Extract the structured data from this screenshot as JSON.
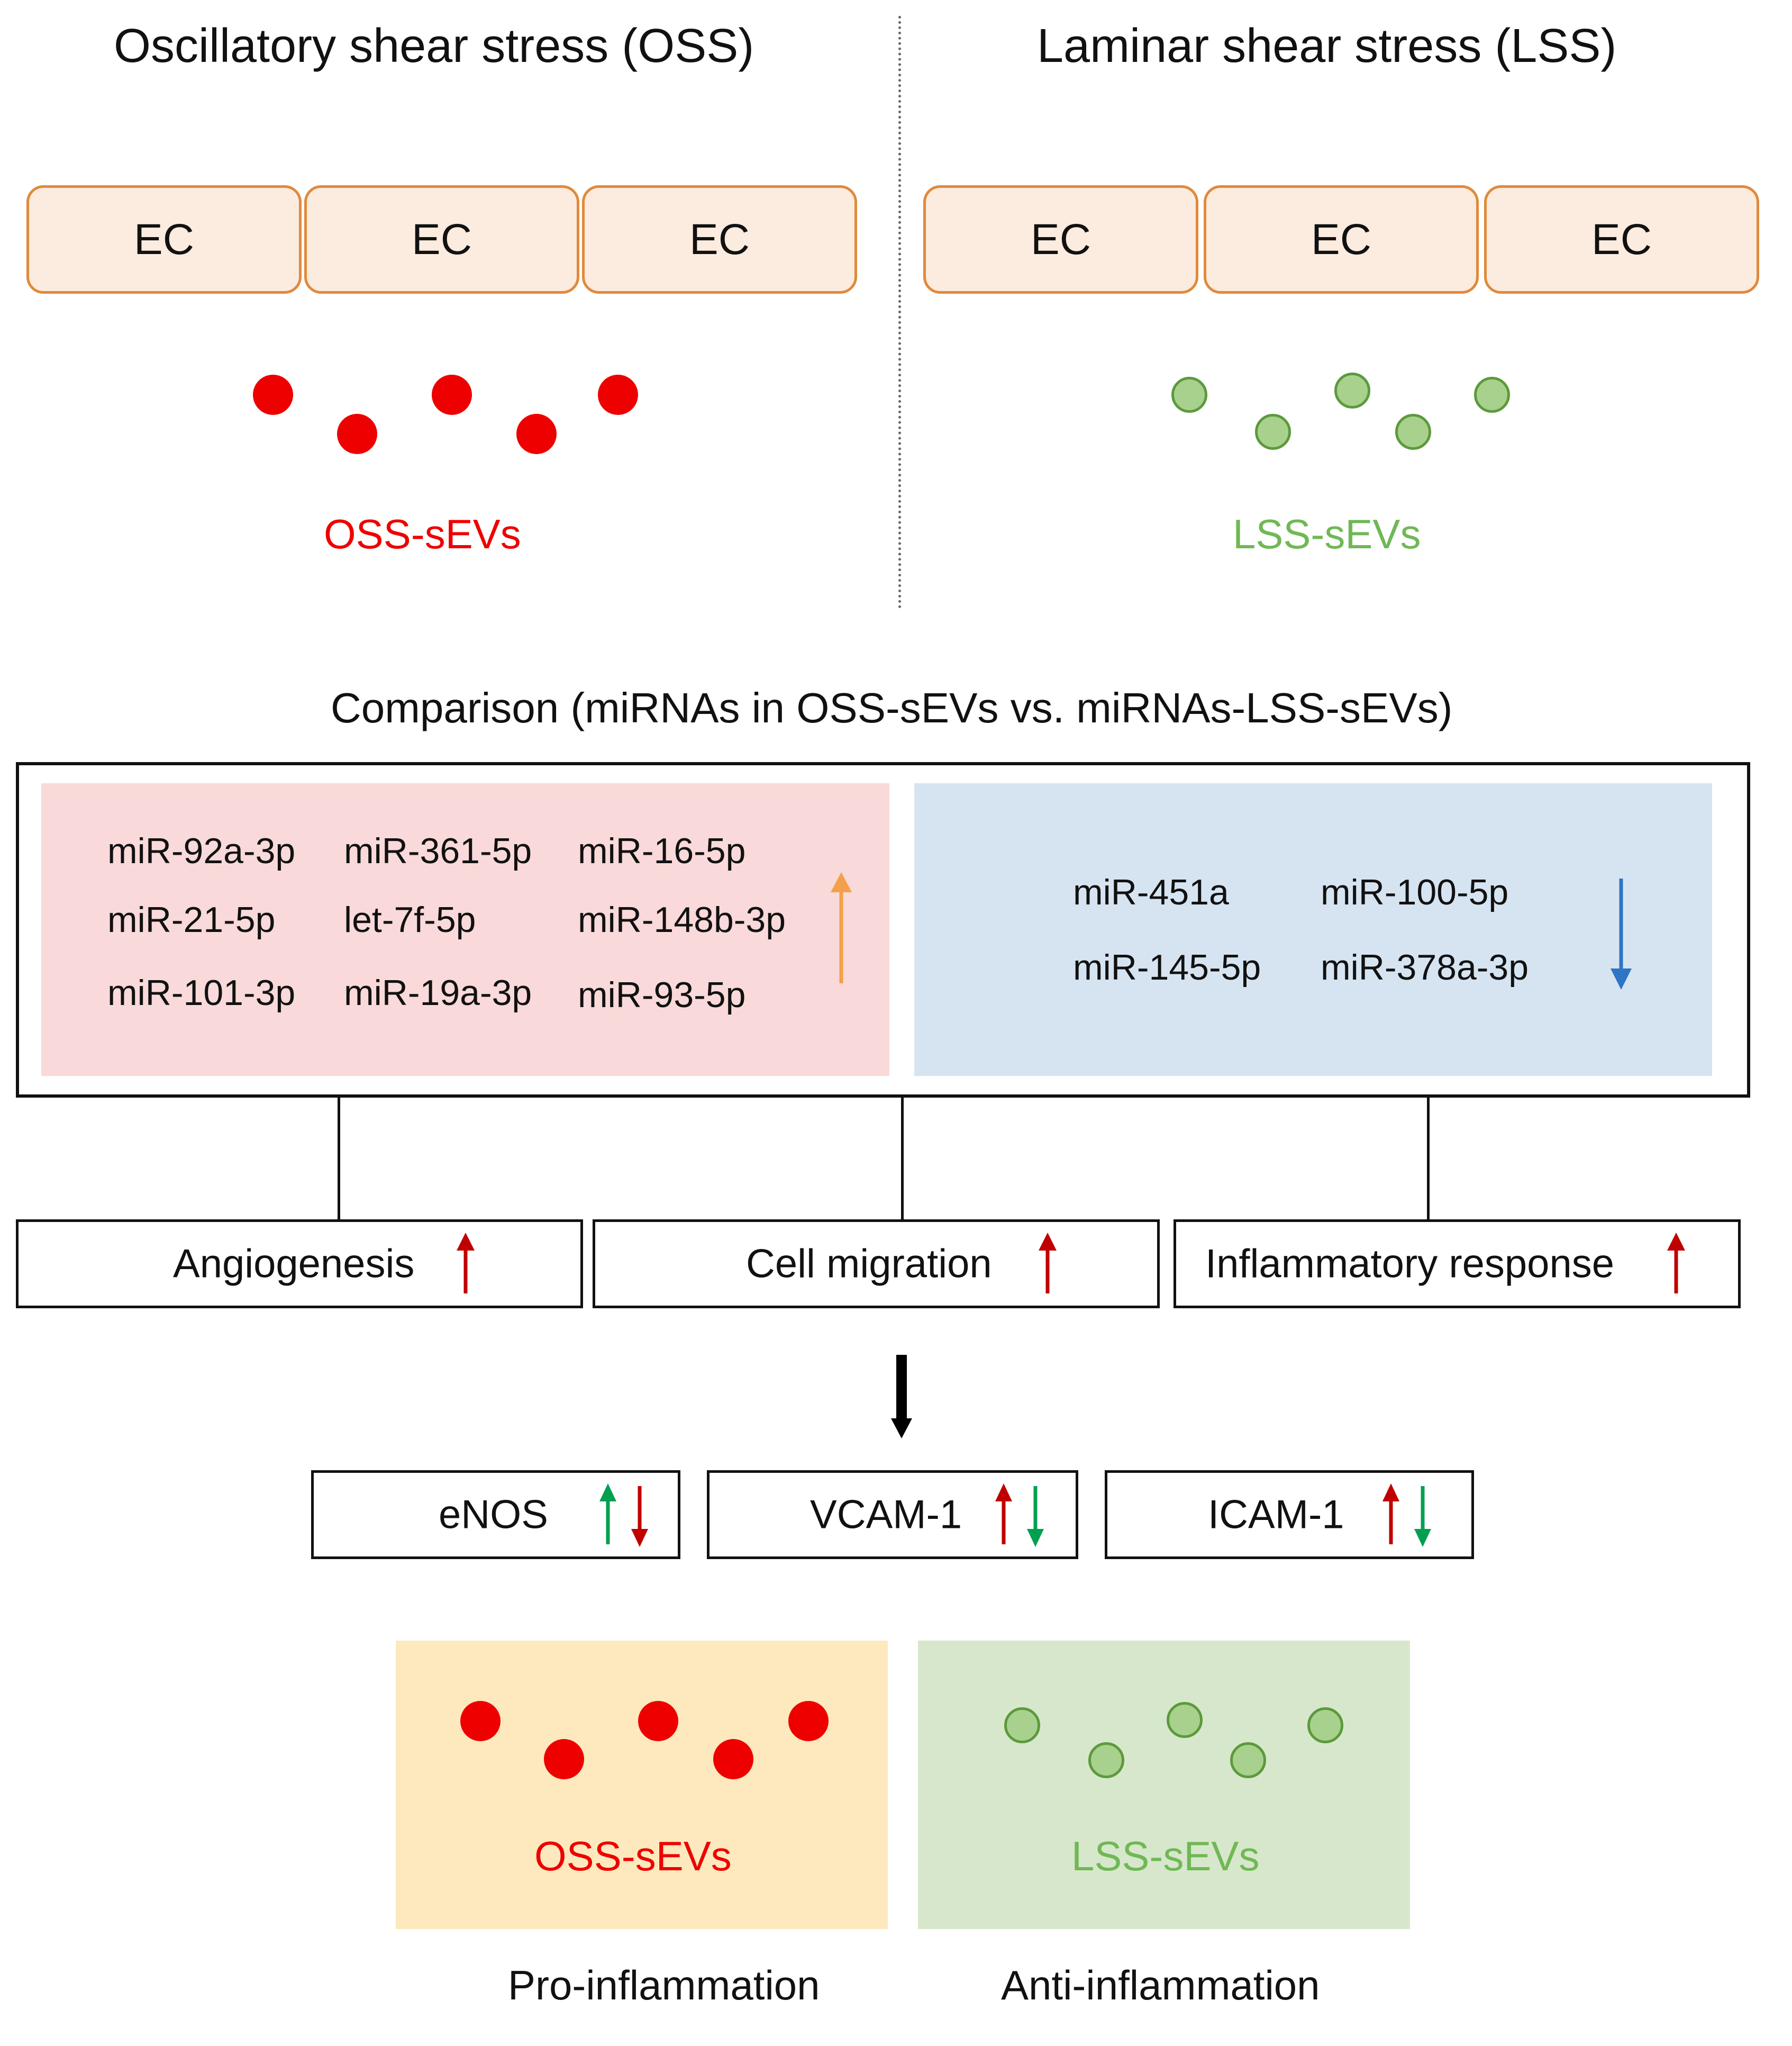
{
  "top": {
    "oss_title": "Oscillatory shear stress (OSS)",
    "lss_title": "Laminar shear stress (LSS)",
    "cell_label": "EC",
    "oss_sev_label": "OSS-sEVs",
    "lss_sev_label": "LSS-sEVs"
  },
  "comparison": {
    "title": "Comparison  (miRNAs  in  OSS-sEVs  vs.  miRNAs-LSS-sEVs)",
    "up_mirnas": [
      "miR-92a-3p",
      "miR-361-5p",
      "miR-16-5p",
      "miR-21-5p",
      "let-7f-5p",
      "miR-148b-3p",
      "miR-101-3p",
      "miR-19a-3p",
      "miR-93-5p"
    ],
    "down_mirnas": [
      "miR-451a",
      "miR-100-5p",
      "miR-145-5p",
      "miR-378a-3p"
    ],
    "up_color": "#f9d9d9",
    "down_color": "#d6e4f2"
  },
  "effects": [
    "Angiogenesis",
    "Cell  migration",
    "Inflammatory  response"
  ],
  "markers": [
    "eNOS",
    "VCAM-1",
    "ICAM-1"
  ],
  "bottom": {
    "oss_sev_label": "OSS-sEVs",
    "lss_sev_label": "LSS-sEVs",
    "pro_label": "Pro-inflammation",
    "anti_label": "Anti-inflammation",
    "oss_bg": "#fde9bd",
    "lss_bg": "#d7e7cc"
  },
  "colors": {
    "red": "#ee0000",
    "dark_red": "#c00000",
    "green_text": "#70b855",
    "green_arrow": "#00a050",
    "orange_arrow": "#f4a04a",
    "blue_arrow": "#2e75c6"
  }
}
